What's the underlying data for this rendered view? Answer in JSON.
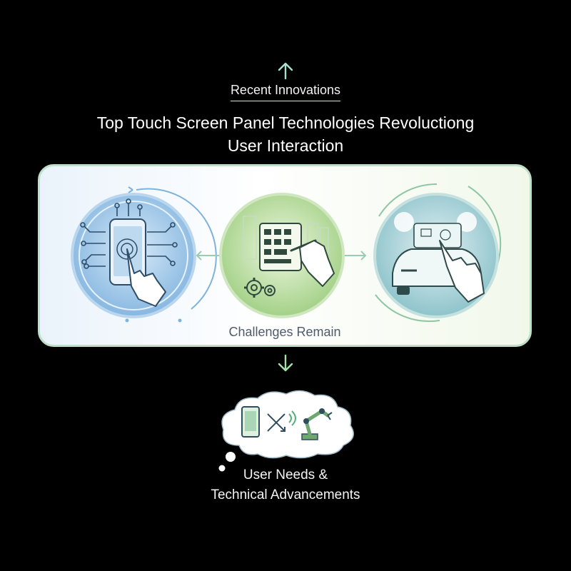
{
  "header": {
    "overline": "Recent Innovations",
    "title_line1": "Top Touch Screen Panel Technologies Revoluctiong",
    "title_line2": "User Interaction"
  },
  "panel": {
    "caption": "Challenges Remain",
    "circles": [
      {
        "icon": "smartphone-touch-icon"
      },
      {
        "icon": "tablet-stylus-icon"
      },
      {
        "icon": "car-dashboard-touch-icon"
      }
    ]
  },
  "result": {
    "line1": "User Needs &",
    "line2": "Technical Advancements"
  },
  "colors": {
    "background": "#000000",
    "accent_green": "#8cc97a",
    "accent_blue": "#6fa7d6",
    "panel_border": "#bfe0c8",
    "caption_text": "#4f5b6c"
  }
}
